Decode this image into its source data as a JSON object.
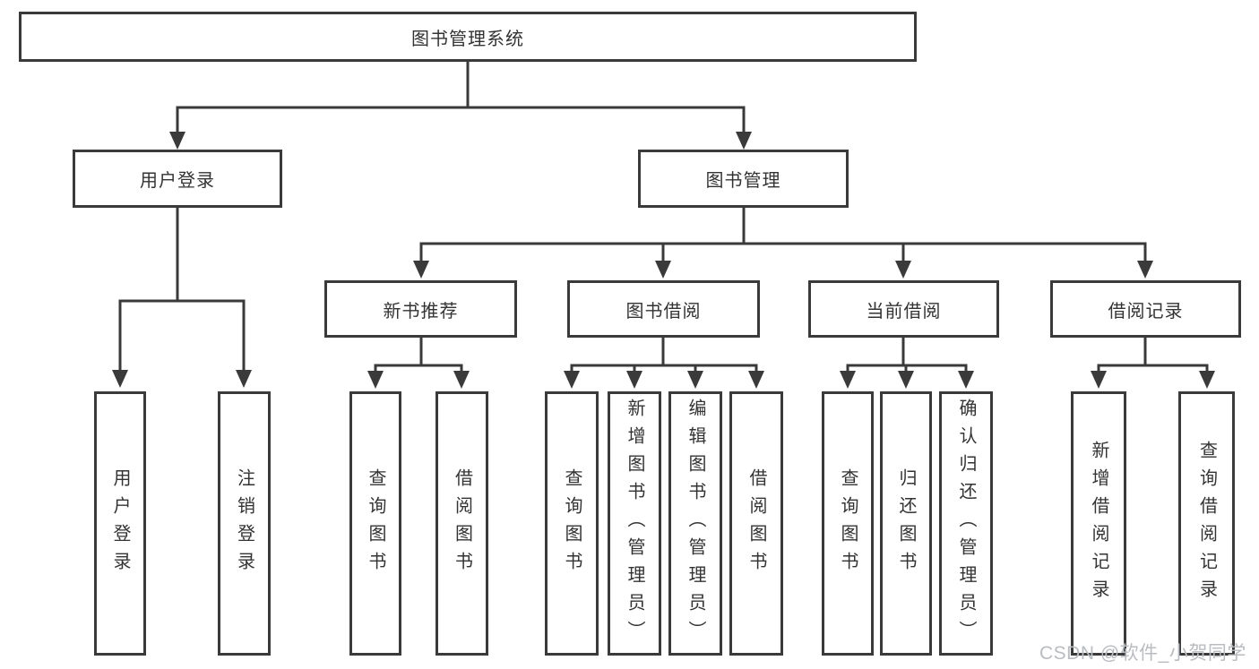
{
  "diagram": {
    "root": {
      "label": "图书管理系统"
    },
    "user_login": {
      "label": "用户登录",
      "children": {
        "login": "用户登录",
        "logout": "注销登录"
      }
    },
    "book_management": {
      "label": "图书管理",
      "sections": {
        "new_book_recommend": {
          "label": "新书推荐",
          "children": {
            "query_books": "查询图书",
            "borrow_books": "借阅图书"
          }
        },
        "book_borrowing": {
          "label": "图书借阅",
          "children": {
            "query_books": "查询图书",
            "add_books_admin": "新增图书（管理员）",
            "edit_books_admin": "编辑图书（管理员）",
            "borrow_books": "借阅图书"
          }
        },
        "current_borrowing": {
          "label": "当前借阅",
          "children": {
            "query_books": "查询图书",
            "return_books": "归还图书",
            "confirm_return_admin": "确认归还（管理员）"
          }
        },
        "borrowing_records": {
          "label": "借阅记录",
          "children": {
            "add_borrow_record": "新增借阅记录",
            "query_borrow_record": "查询借阅记录"
          }
        }
      }
    }
  },
  "watermark": "CSDN @软件_小贺同学",
  "colors": {
    "line": "#3a3a3a",
    "text": "#333333",
    "watermark": "#b9bcc0",
    "background": "#ffffff"
  }
}
